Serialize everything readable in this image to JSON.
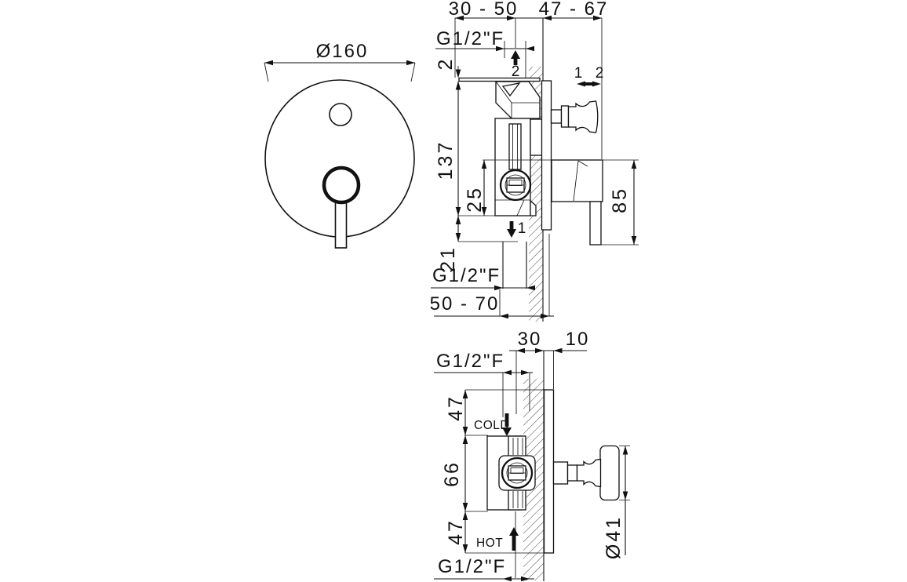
{
  "colors": {
    "line": "#111111",
    "background": "#ffffff"
  },
  "front_view": {
    "diameter": "Ø160"
  },
  "side_view": {
    "wall_depth_range": "30 - 50",
    "protrusion_range": "47 - 67",
    "top_thread": "G1/2\"F",
    "plate_edge": "2",
    "body_height": "137",
    "outlet_offset": "25",
    "outlet_stub": "21",
    "bottom_thread": "G1/2\"F",
    "outlet_depth_range": "50 - 70",
    "handle_drop": "85",
    "outlet_arrow_label": "1",
    "inlet_arrow_label": "2",
    "diverter_position_1": "1",
    "diverter_position_2": "2"
  },
  "bottom_view": {
    "recess_depth": "30",
    "plate_depth": "10",
    "top_thread": "G1/2\"F",
    "cold_span": "47",
    "body_span": "66",
    "hot_span": "47",
    "cold_label": "COLD",
    "hot_label": "HOT",
    "bottom_thread": "G1/2\"F",
    "knob_diameter": "Ø41"
  }
}
